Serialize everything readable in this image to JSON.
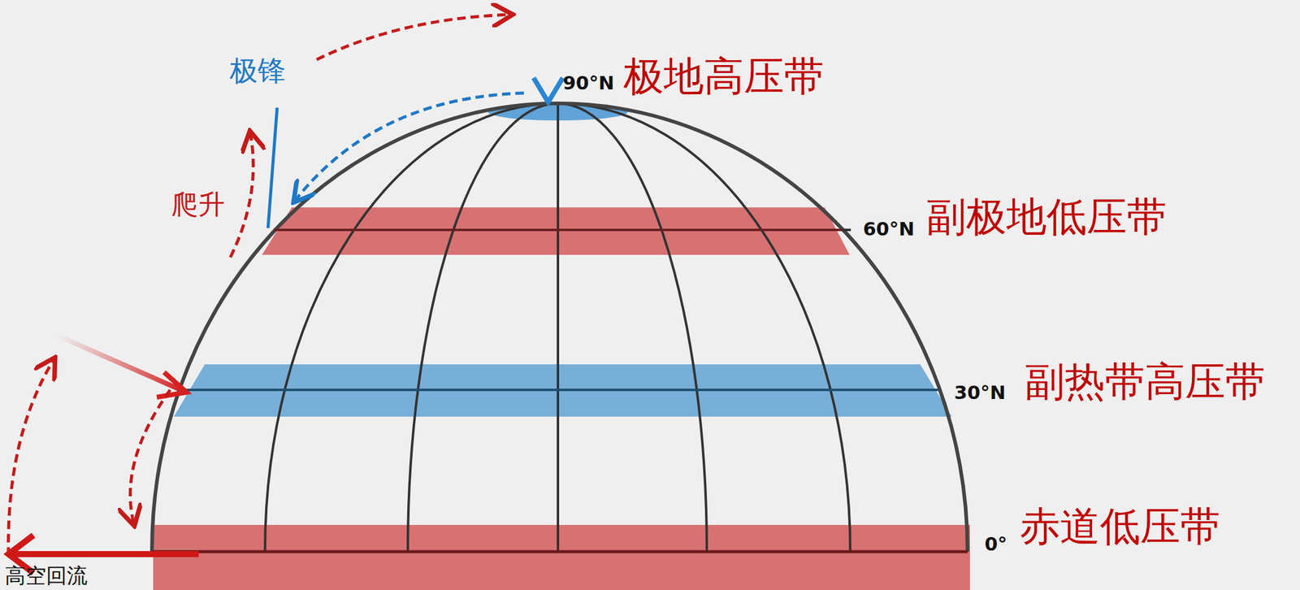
{
  "diagram": {
    "labels": [
      "极锋",
      "爬升",
      "90°N",
      "极地高压带",
      "60°N",
      "副极地低压带",
      "30°N",
      "副热带高压带",
      "0°",
      "赤道低压带",
      "高空回流"
    ]
  }
}
